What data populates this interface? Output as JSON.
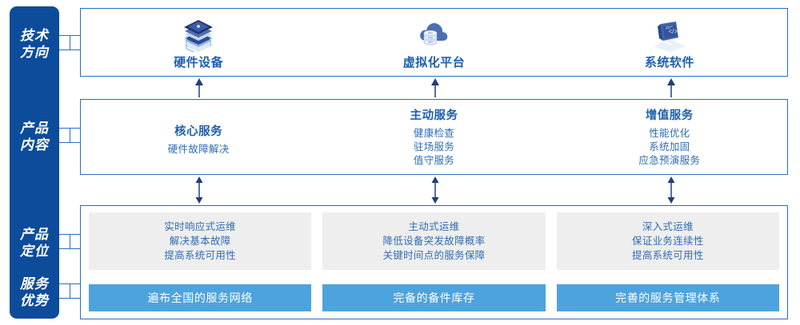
{
  "sidebar": {
    "items": [
      {
        "name": "tech-direction",
        "line1": "技术",
        "line2": "方向"
      },
      {
        "name": "product-content",
        "line1": "产品",
        "line2": "内容"
      },
      {
        "name": "product-position",
        "line1": "产品",
        "line2": "定位"
      },
      {
        "name": "service-advantage",
        "line1": "服务",
        "line2": "优势"
      }
    ]
  },
  "tech_row": {
    "columns": [
      {
        "icon": "server-stack-icon",
        "label": "硬件设备"
      },
      {
        "icon": "cloud-database-icon",
        "label": "虚拟化平台"
      },
      {
        "icon": "laptop-code-icon",
        "label": "系统软件"
      }
    ]
  },
  "product_row": {
    "columns": [
      {
        "title": "核心服务",
        "items": [
          "硬件故障解决"
        ]
      },
      {
        "title": "主动服务",
        "items": [
          "健康检查",
          "驻场服务",
          "值守服务"
        ]
      },
      {
        "title": "增值服务",
        "items": [
          "性能优化",
          "系统加固",
          "应急预演服务"
        ]
      }
    ]
  },
  "position_row": {
    "boxes": [
      {
        "lines": [
          "实时响应式运维",
          "解决基本故障",
          "提高系统可用性"
        ]
      },
      {
        "lines": [
          "主动式运维",
          "降低设备突发故障概率",
          "关键时间点的服务保障"
        ]
      },
      {
        "lines": [
          "深入式运维",
          "保证业务连续性",
          "提高系统可用性"
        ]
      }
    ]
  },
  "advantage_row": {
    "bars": [
      {
        "label": "遍布全国的服务网络"
      },
      {
        "label": "完备的备件库存"
      },
      {
        "label": "完善的服务管理体系"
      }
    ]
  },
  "colors": {
    "sidebar_blue": "#0d4c9b",
    "border_blue": "#2a6fc0",
    "title_blue": "#1f5fae",
    "text_blue": "#2f6db5",
    "bar_blue": "#4da3dd",
    "box_gray": "#eeeeee",
    "arrow_navy": "#1f3d7a"
  }
}
